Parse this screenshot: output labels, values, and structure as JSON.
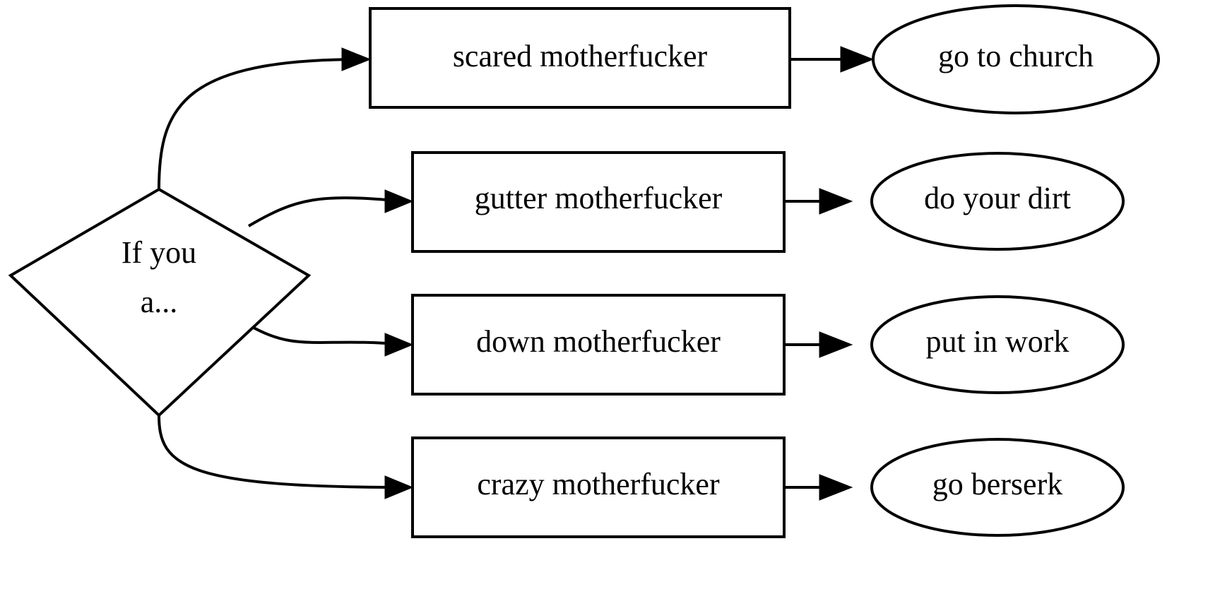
{
  "diagram": {
    "title": "If you a... decision flowchart",
    "background_color": "#ffffff",
    "stroke_color": "#000000",
    "fill_color": "#ffffff"
  },
  "decision": {
    "name": "decision-node",
    "shape": "diamond",
    "line1": "If you",
    "line2": "a..."
  },
  "branches": [
    {
      "state_label": "scared motherfucker",
      "action_label": "go to church"
    },
    {
      "state_label": "gutter motherfucker",
      "action_label": "do your dirt"
    },
    {
      "state_label": "down motherfucker",
      "action_label": "put in work"
    },
    {
      "state_label": "crazy motherfucker",
      "action_label": "go berserk"
    }
  ]
}
